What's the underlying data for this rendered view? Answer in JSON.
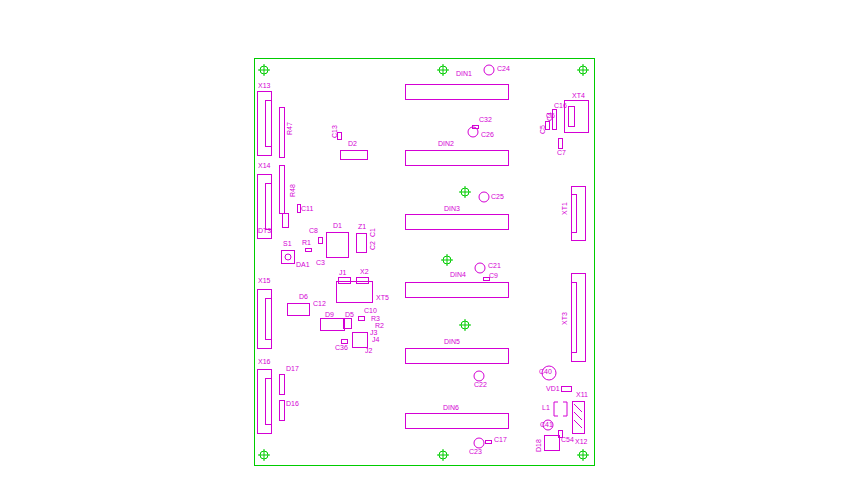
{
  "diagram": {
    "labels": [
      "X13",
      "R47",
      "C13",
      "D2",
      "DIN1",
      "C24",
      "C32",
      "C26",
      "DIN2",
      "C16",
      "XT4",
      "C4",
      "C5",
      "C6",
      "C7",
      "X14",
      "R48",
      "C11",
      "DT3",
      "D1",
      "Z1",
      "C1",
      "C2",
      "C8",
      "R1",
      "S1",
      "DA1",
      "C3",
      "DIN3",
      "C25",
      "XT1",
      "X15",
      "J1",
      "X2",
      "XT5",
      "DIN4",
      "C21",
      "C9",
      "XT3",
      "D6",
      "C12",
      "D9",
      "D5",
      "C10",
      "R3",
      "R2",
      "J3",
      "J4",
      "C36",
      "J2",
      "DIN5",
      "X16",
      "D17",
      "D16",
      "C22",
      "C40",
      "VD1",
      "X11",
      "L1",
      "DIN6",
      "C41",
      "C54",
      "X12",
      "D18",
      "C17",
      "C23"
    ]
  }
}
